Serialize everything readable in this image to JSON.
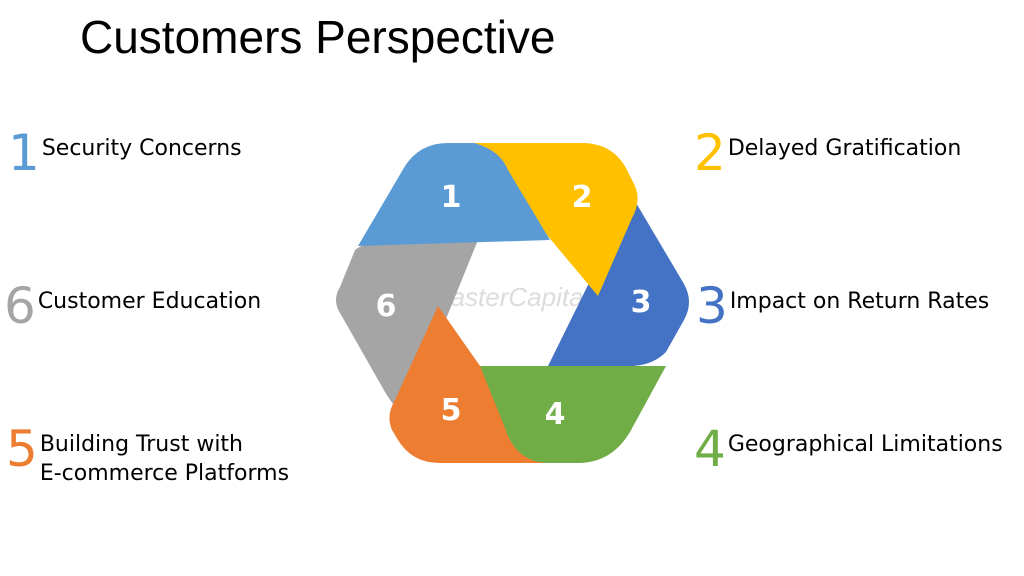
{
  "title": "Customers Perspective",
  "watermark": "FasterCapital",
  "colors": {
    "s1": "#5b9bd5",
    "s2": "#ffc000",
    "s3": "#4472c4",
    "s4": "#70ad47",
    "s5": "#ed7d31",
    "s6": "#a5a5a5"
  },
  "segments": [
    {
      "number": "1"
    },
    {
      "number": "2"
    },
    {
      "number": "3"
    },
    {
      "number": "4"
    },
    {
      "number": "5"
    },
    {
      "number": "6"
    }
  ],
  "items": {
    "i1": {
      "number": "1",
      "lines": [
        "Security Concerns"
      ]
    },
    "i2": {
      "number": "2",
      "lines": [
        "Delayed Gratification"
      ]
    },
    "i3": {
      "number": "3",
      "lines": [
        "Impact on Return Rates"
      ]
    },
    "i4": {
      "number": "4",
      "lines": [
        "Geographical Limitations"
      ]
    },
    "i5": {
      "number": "5",
      "lines": [
        "Building Trust with",
        "E-commerce Platforms"
      ]
    },
    "i6": {
      "number": "6",
      "lines": [
        "Customer Education"
      ]
    }
  }
}
